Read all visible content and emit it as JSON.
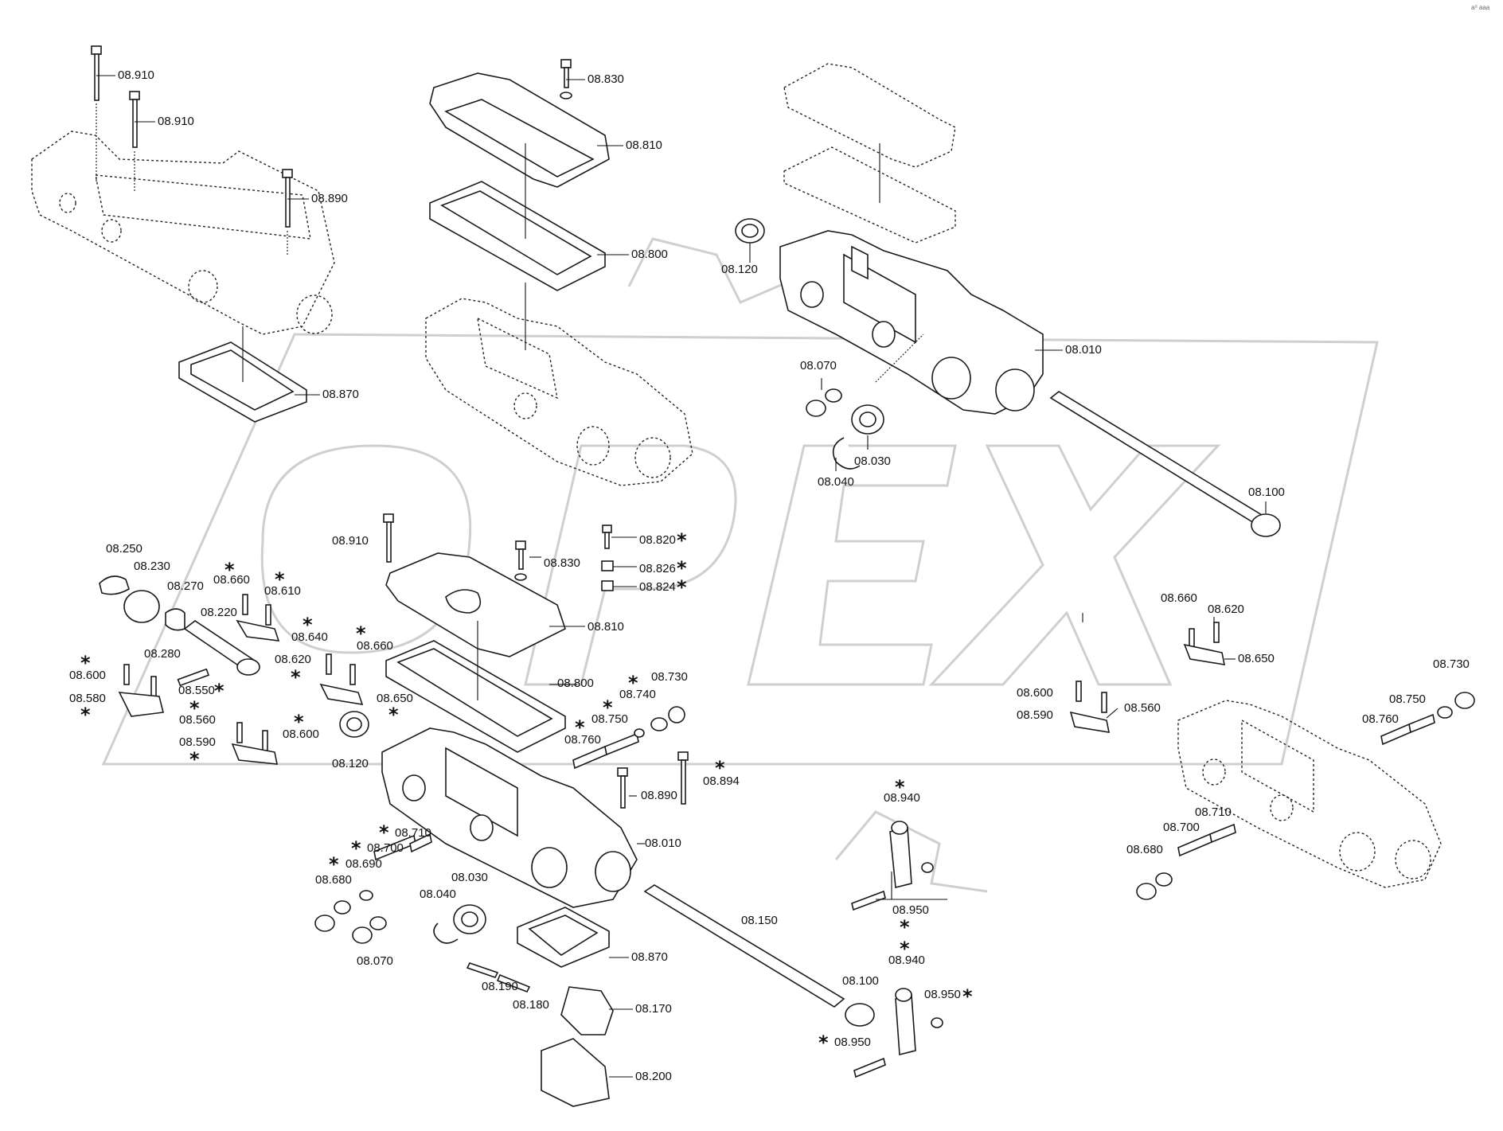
{
  "watermark": {
    "text": "OPEX",
    "color": "#c8c8c8"
  },
  "corner_mark": "a⁰ aaa",
  "labels": {
    "l1": "08.910",
    "l2": "08.910",
    "l3": "08.890",
    "l4": "08.870",
    "l5": "08.830",
    "l6": "08.810",
    "l7": "08.800",
    "l8": "08.120",
    "l9": "08.010",
    "l10": "08.070",
    "l11": "08.030",
    "l12": "08.040",
    "l13": "08.100",
    "l14": "08.250",
    "l15": "08.230",
    "l16": "08.270",
    "l17": "08.660",
    "l18": "08.610",
    "l19": "08.220",
    "l20": "08.640",
    "l21": "08.660",
    "l22": "08.280",
    "l23": "08.620",
    "l24": "08.600",
    "l25": "08.550",
    "l26": "08.580",
    "l27": "08.650",
    "l28": "08.560",
    "l29": "08.600",
    "l30": "08.590",
    "l31": "08.120",
    "l32": "08.910",
    "l33": "08.830",
    "l34": "08.820",
    "l35": "08.826",
    "l36": "08.824",
    "l37": "08.810",
    "l38": "08.800",
    "l39": "08.740",
    "l40": "08.730",
    "l41": "08.750",
    "l42": "08.760",
    "l43": "08.890",
    "l44": "08.894",
    "l45": "08.010",
    "l46": "08.710",
    "l47": "08.700",
    "l48": "08.690",
    "l49": "08.680",
    "l50": "08.070",
    "l51": "08.040",
    "l52": "08.030",
    "l53": "08.870",
    "l54": "08.150",
    "l55": "08.190",
    "l56": "08.180",
    "l57": "08.170",
    "l58": "08.200",
    "l59": "08.100",
    "l60": "08.940",
    "l61": "08.950",
    "l62": "08.940",
    "l63": "08.950",
    "l64": "08.950",
    "l65": "08.660",
    "l66": "08.620",
    "l67": "08.650",
    "l68": "08.600",
    "l69": "08.560",
    "l70": "08.590",
    "l71": "08.730",
    "l72": "08.750",
    "l73": "08.760",
    "l74": "08.710",
    "l75": "08.700",
    "l76": "08.680"
  },
  "asterisk": "*"
}
